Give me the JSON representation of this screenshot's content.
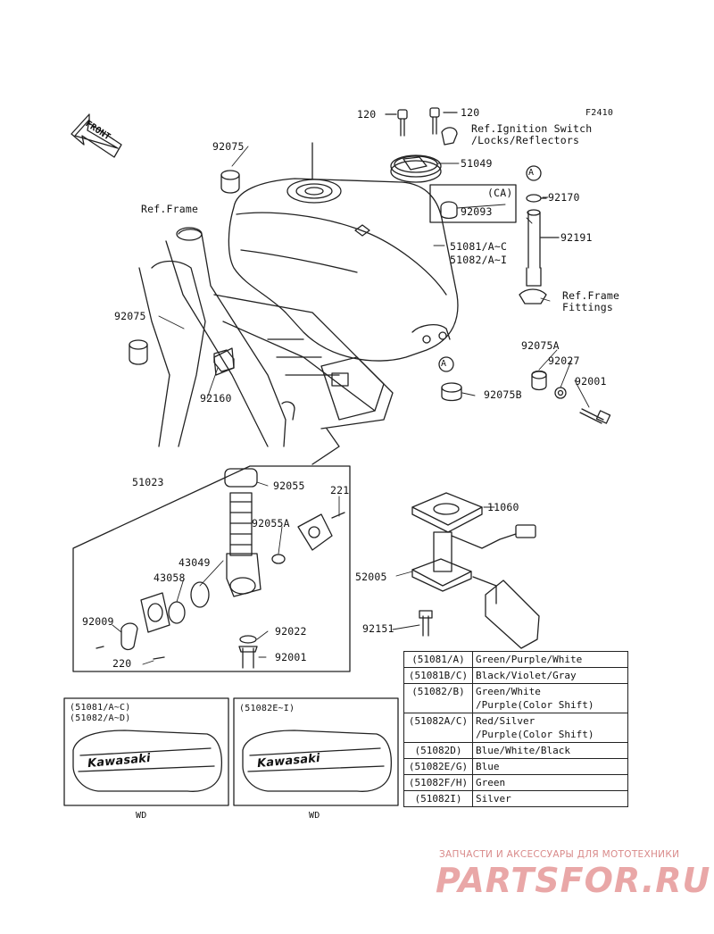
{
  "figure_code": "F2410",
  "front_label": "FRONT",
  "ref_notes": {
    "ignition": "Ref.Ignition Switch\n/Locks/Reflectors",
    "frame": "Ref.Frame",
    "frame_fittings": "Ref.Frame\nFittings"
  },
  "callout_letter": "A",
  "ca_label": "(CA)",
  "parts": {
    "p120a": "120",
    "p120b": "120",
    "p92075_top": "92075",
    "p51049": "51049",
    "p92093": "92093",
    "p92170": "92170",
    "p92191": "92191",
    "p51081": "51081/A~C",
    "p51082": "51082/A~I",
    "p92075_left": "92075",
    "p92075A": "92075A",
    "p92027": "92027",
    "p92001_r": "92001",
    "p92075B": "92075B",
    "p92160": "92160",
    "p51023": "51023",
    "p92055": "92055",
    "p221": "221",
    "p92055A": "92055A",
    "p43049": "43049",
    "p43058": "43058",
    "p11060": "11060",
    "p52005": "52005",
    "p92009": "92009",
    "p92022": "92022",
    "p92151": "92151",
    "p220": "220",
    "p92001_b": "92001"
  },
  "color_table": [
    {
      "code": "(51081/A)",
      "color": "Green/Purple/White"
    },
    {
      "code": "(51081B/C)",
      "color": "Black/Violet/Gray"
    },
    {
      "code": "(51082/B)",
      "color": "Green/White\n/Purple(Color Shift)"
    },
    {
      "code": "(51082A/C)",
      "color": "Red/Silver\n/Purple(Color Shift)"
    },
    {
      "code": "(51082D)",
      "color": "Blue/White/Black"
    },
    {
      "code": "(51082E/G)",
      "color": "Blue"
    },
    {
      "code": "(51082F/H)",
      "color": "Green"
    },
    {
      "code": "(51082I)",
      "color": "Silver"
    }
  ],
  "variant_boxes": [
    {
      "lines": "(51081/A~C)\n(51082/A~D)",
      "brand": "Kawasaki",
      "caption": "WD"
    },
    {
      "lines": "(51082E~I)",
      "brand": "Kawasaki",
      "caption": "WD"
    }
  ],
  "watermark": {
    "line1": "ЗАПЧАСТИ И АКСЕССУАРЫ ДЛЯ МОТОТЕХНИКИ",
    "line2": "PARTSFOR.RU"
  }
}
